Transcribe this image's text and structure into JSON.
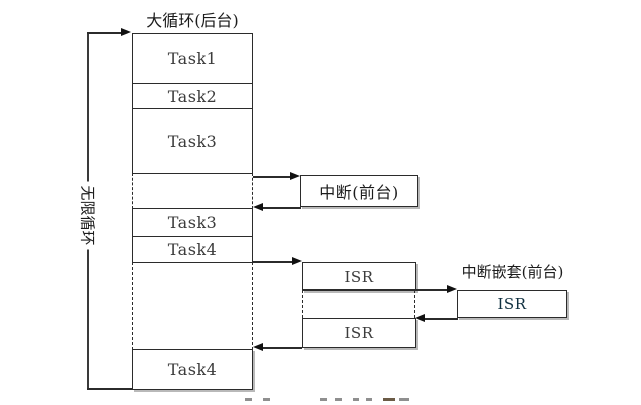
{
  "title": "大循环(后台)",
  "left_loop": {
    "label": "无限循环"
  },
  "stack": {
    "segments": [
      {
        "label": "Task1",
        "color": "#DFA9A9"
      },
      {
        "label": "Task2",
        "color": "#DBD6E9"
      },
      {
        "label": "Task3",
        "color": "#BAD39C"
      },
      {
        "label": "Task3",
        "color": "#BAD39C"
      },
      {
        "label": "Task4",
        "color": "#FFC001"
      },
      {
        "label": "Task4",
        "color": "#FFC001"
      }
    ]
  },
  "interrupt": {
    "label": "中断(前台)",
    "color": "#9C8DC0"
  },
  "isr": {
    "label1": "ISR",
    "label2": "ISR",
    "color": "#FDF2CD"
  },
  "nested": {
    "title": "中断嵌套(前台)",
    "isr_label": "ISR",
    "color": "#00B0F0"
  },
  "line_color": "#2b2b2b"
}
